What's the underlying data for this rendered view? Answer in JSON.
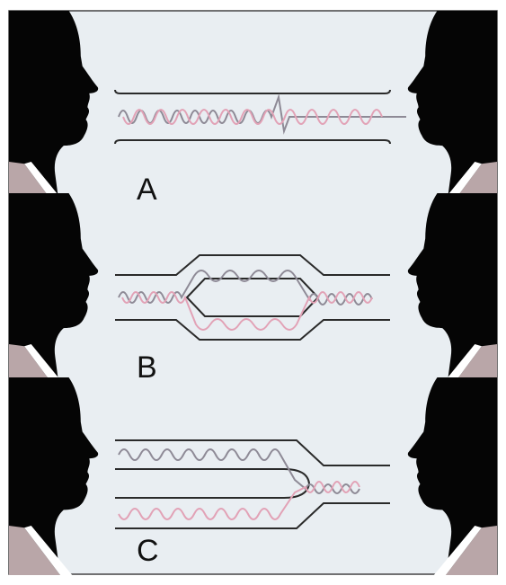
{
  "panels": [
    {
      "id": "A",
      "label": "A"
    },
    {
      "id": "B",
      "label": "B"
    },
    {
      "id": "C",
      "label": "C"
    }
  ],
  "colors": {
    "background": "#e9eef2",
    "border": "#444444",
    "silhouette": "#050505",
    "collar": "#b9a6a8",
    "channel": "#2a2a2a",
    "wave_gray": "#8e8a96",
    "wave_pink": "#e2a2b6"
  },
  "icons": [
    "head-silhouette-left",
    "head-silhouette-right"
  ]
}
